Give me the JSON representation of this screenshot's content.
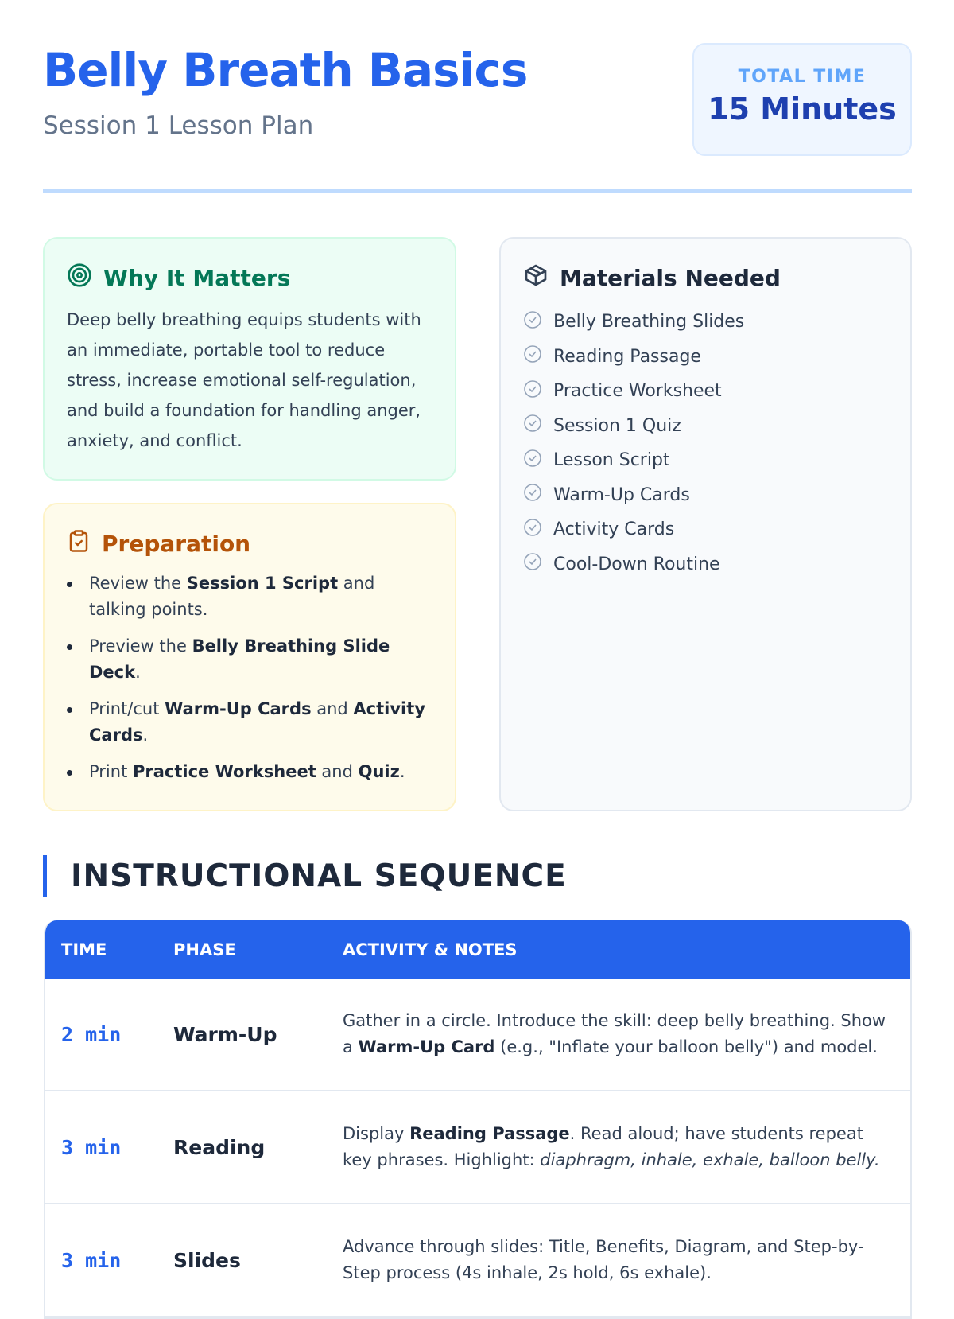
{
  "header": {
    "title": "Belly Breath Basics",
    "subtitle": "Session 1 Lesson Plan",
    "total_time_label": "TOTAL TIME",
    "total_time_value": "15 Minutes"
  },
  "why": {
    "title": "Why It Matters",
    "body": "Deep belly breathing equips students with an immediate, portable tool to reduce stress, increase emotional self-regulation, and build a foundation for handling anger, anxiety, and conflict."
  },
  "prep": {
    "title": "Preparation",
    "items": [
      [
        {
          "t": "Review the "
        },
        {
          "b": "Session 1 Script"
        },
        {
          "t": " and talking points."
        }
      ],
      [
        {
          "t": "Preview the "
        },
        {
          "b": "Belly Breathing Slide Deck"
        },
        {
          "t": "."
        }
      ],
      [
        {
          "t": "Print/cut "
        },
        {
          "b": "Warm-Up Cards"
        },
        {
          "t": " and "
        },
        {
          "b": "Activity Cards"
        },
        {
          "t": "."
        }
      ],
      [
        {
          "t": "Print "
        },
        {
          "b": "Practice Worksheet"
        },
        {
          "t": " and "
        },
        {
          "b": "Quiz"
        },
        {
          "t": "."
        }
      ]
    ]
  },
  "materials": {
    "title": "Materials Needed",
    "items": [
      "Belly Breathing Slides",
      "Reading Passage",
      "Practice Worksheet",
      "Session 1 Quiz",
      "Lesson Script",
      "Warm-Up Cards",
      "Activity Cards",
      "Cool-Down Routine"
    ]
  },
  "sequence": {
    "title": "INSTRUCTIONAL SEQUENCE",
    "headers": [
      "TIME",
      "PHASE",
      "ACTIVITY & NOTES"
    ],
    "rows": [
      {
        "time": "2 min",
        "phase": "Warm-Up",
        "notes": [
          {
            "t": "Gather in a circle. Introduce the skill: deep belly breathing. Show a "
          },
          {
            "b": "Warm-Up Card"
          },
          {
            "t": " (e.g., \"Inflate your balloon belly\") and model."
          }
        ]
      },
      {
        "time": "3 min",
        "phase": "Reading",
        "notes": [
          {
            "t": "Display "
          },
          {
            "b": "Reading Passage"
          },
          {
            "t": ". Read aloud; have students repeat key phrases. Highlight: "
          },
          {
            "i": "diaphragm, inhale, exhale, balloon belly."
          }
        ]
      },
      {
        "time": "3 min",
        "phase": "Slides",
        "notes": [
          {
            "t": "Advance through slides: Title, Benefits, Diagram, and Step-by-Step process (4s inhale, 2s hold, 6s exhale)."
          }
        ]
      }
    ]
  }
}
